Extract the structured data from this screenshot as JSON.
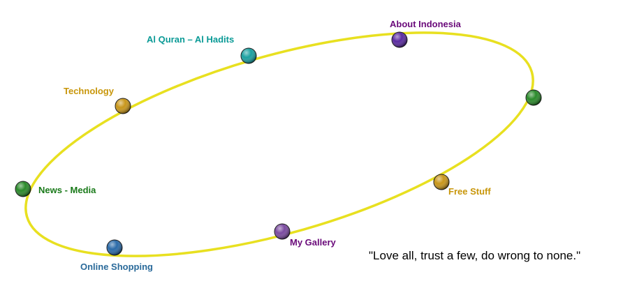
{
  "nav": {
    "about_indonesia": {
      "label": "About Indonesia",
      "color": "#6a0a7a"
    },
    "al_quran": {
      "label": "Al Quran – Al Hadits",
      "color": "#0a9a96"
    },
    "technology": {
      "label": "Technology",
      "color": "#c8960a"
    },
    "news_media": {
      "label": "News - Media",
      "color": "#1a7a1a"
    },
    "online_shopping": {
      "label": "Online Shopping",
      "color": "#2a6a9a"
    },
    "my_gallery": {
      "label": "My Gallery",
      "color": "#6a0a7a"
    },
    "free_stuff": {
      "label": "Free Stuff",
      "color": "#c8960a"
    },
    "unlabeled_planet": {
      "label": "",
      "color": "#2a8a2a"
    }
  },
  "orbit": {
    "color": "#e8e020"
  },
  "planets": {
    "about_indonesia": "#5a2aa0",
    "al_quran": "#1aa0a0",
    "technology": "#c8961a",
    "news_media": "#2a8a2a",
    "online_shopping": "#2a6aa8",
    "my_gallery": "#7a4aa0",
    "free_stuff": "#c8961a",
    "unlabeled_planet": "#2a8a2a"
  },
  "quote": {
    "text": "\"Love all, trust a few, do wrong to none.\""
  }
}
